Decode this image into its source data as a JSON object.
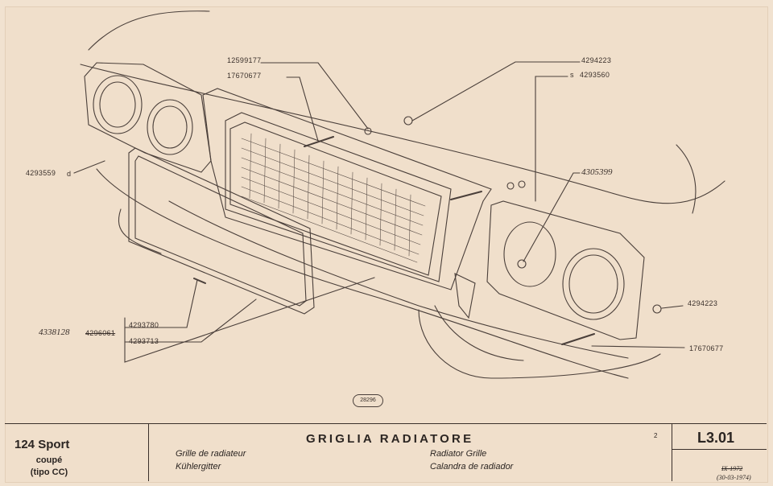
{
  "part_numbers": {
    "p1": "12599177",
    "p2": "17670677",
    "p3": "4294223",
    "p4": "4293560",
    "p4_prefix": "s",
    "p5": "4305399",
    "p6": "4293559",
    "p6_suffix": "d",
    "p7": "4294223",
    "p8": "17670677",
    "p9": "4293780",
    "p10": "4293713",
    "p11_new": "4338128",
    "p11_old": "4296061"
  },
  "drawing_ref": "28296",
  "title_block": {
    "model": "124 Sport",
    "body_type": "coupé",
    "variant": "(tipo CC)",
    "title": "GRIGLIA RADIATORE",
    "fr": "Grille de radiateur",
    "de": "Kühlergitter",
    "en": "Radiator Grille",
    "es": "Calandra de radiador",
    "page_marker": "2",
    "sheet": "L3.01",
    "date_old": "IX-1972",
    "date_new": "(30-03-1974)"
  }
}
